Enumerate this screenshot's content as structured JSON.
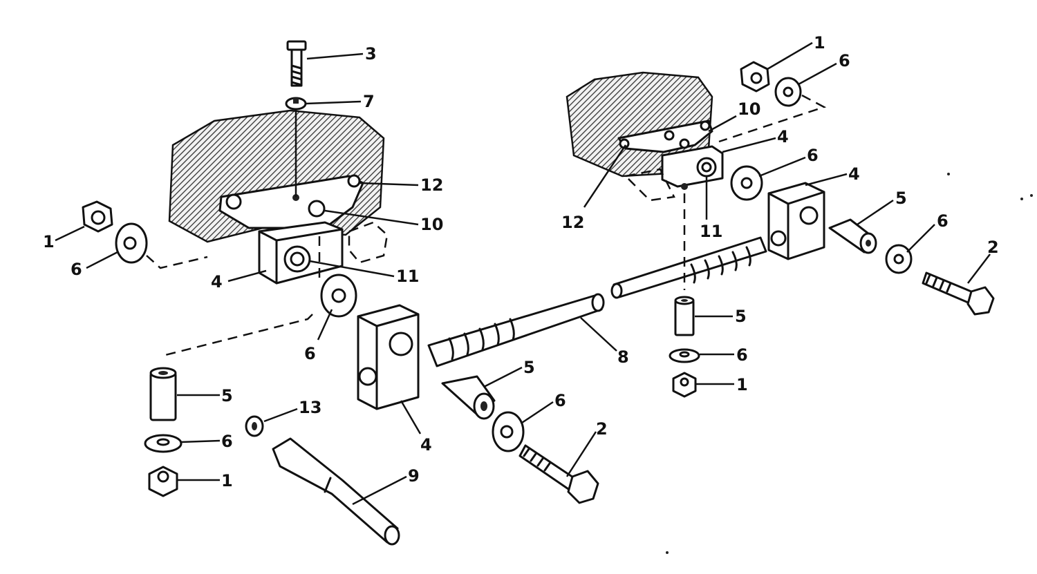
{
  "callouts": {
    "c1a": "1",
    "c1b": "1",
    "c1c": "1",
    "c1d": "1",
    "c2a": "2",
    "c2b": "2",
    "c3": "3",
    "c4a": "4",
    "c4b": "4",
    "c4c": "4",
    "c4d": "4",
    "c5a": "5",
    "c5b": "5",
    "c5c": "5",
    "c5d": "5",
    "c6a": "6",
    "c6b": "6",
    "c6c": "6",
    "c6d": "6",
    "c6e": "6",
    "c6f": "6",
    "c6g": "6",
    "c6h": "6",
    "c7": "7",
    "c8": "8",
    "c9": "9",
    "c10a": "10",
    "c10b": "10",
    "c11a": "11",
    "c11b": "11",
    "c12a": "12",
    "c12b": "12",
    "c13": "13"
  }
}
